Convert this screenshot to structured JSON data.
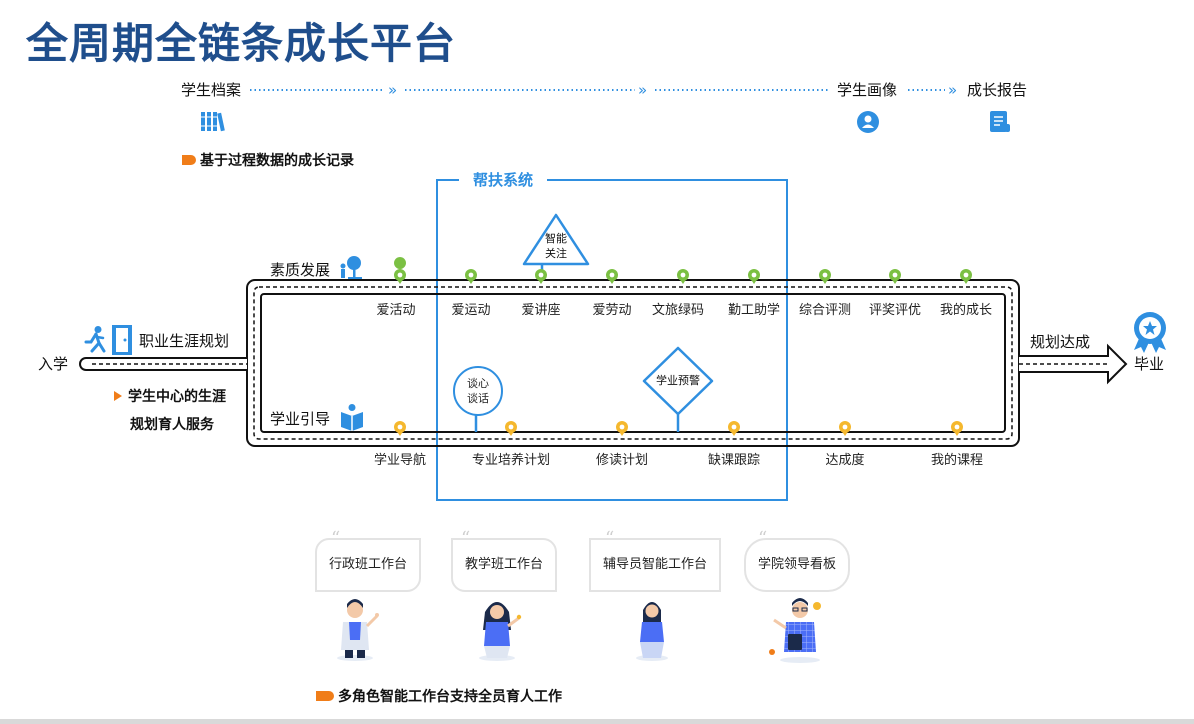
{
  "title": "全周期全链条成长平台",
  "top_flow": {
    "student_profile": "学生档案",
    "student_portrait": "学生画像",
    "growth_report": "成长报告",
    "arrow_glyph": "»"
  },
  "notes": {
    "process_record": "基于过程数据的成长记录",
    "student_center_line1": "学生中心的生涯",
    "student_center_line2": "规划育人服务",
    "multi_role": "多角色智能工作台支持全员育人工作"
  },
  "support_system": {
    "title": "帮扶系统",
    "smart_attention_line1": "智能",
    "smart_attention_line2": "关注",
    "talk_line1": "谈心",
    "talk_line2": "谈话",
    "academic_warning": "学业预警"
  },
  "track": {
    "enrollment": "入学",
    "career_planning": "职业生涯规划",
    "graduation": "毕业",
    "plan_achieved": "规划达成",
    "quality_development": "素质发展",
    "academic_guidance": "学业引导"
  },
  "upper_nodes": [
    "爱活动",
    "爱运动",
    "爱讲座",
    "爱劳动",
    "文旅绿码",
    "勤工助学",
    "综合评测",
    "评奖评优",
    "我的成长"
  ],
  "lower_nodes": [
    "学业导航",
    "专业培养计划",
    "修读计划",
    "缺课跟踪",
    "达成度",
    "我的课程"
  ],
  "workbenches": [
    "行政班工作台",
    "教学班工作台",
    "辅导员智能工作台",
    "学院领导看板"
  ],
  "colors": {
    "title": "#1f4e8c",
    "accent_blue": "#2f8fe0",
    "orange": "#f07d19",
    "green_pin": "#7bc043",
    "yellow_pin": "#f5b82e"
  }
}
